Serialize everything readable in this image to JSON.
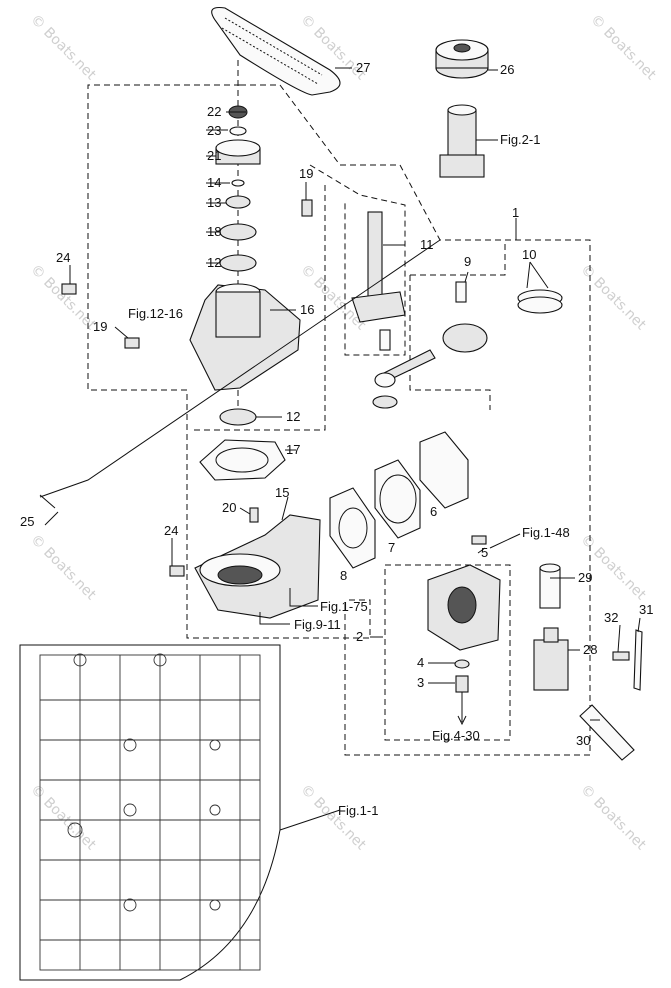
{
  "watermark": "© Boats.net",
  "callouts": {
    "n1": "1",
    "n2": "2",
    "n3": "3",
    "n4": "4",
    "n5": "5",
    "n6": "6",
    "n7": "7",
    "n8": "8",
    "n9": "9",
    "n10": "10",
    "n11": "11",
    "n12a": "12",
    "n12b": "12",
    "n13": "13",
    "n14": "14",
    "n15": "15",
    "n16": "16",
    "n17": "17",
    "n18": "18",
    "n19a": "19",
    "n19b": "19",
    "n20": "20",
    "n21": "21",
    "n22": "22",
    "n23": "23",
    "n24a": "24",
    "n24b": "24",
    "n25": "25",
    "n26": "26",
    "n27": "27",
    "n28": "28",
    "n29": "29",
    "n30": "30",
    "n31": "31",
    "n32": "32"
  },
  "refs": {
    "fig2_1": "Fig.2-1",
    "fig12_16": "Fig.12-16",
    "fig1_48": "Fig.1-48",
    "fig1_75": "Fig.1-75",
    "fig9_11": "Fig.9-11",
    "fig4_30": "Fig.4-30",
    "fig1_1": "Fig.1-1"
  }
}
